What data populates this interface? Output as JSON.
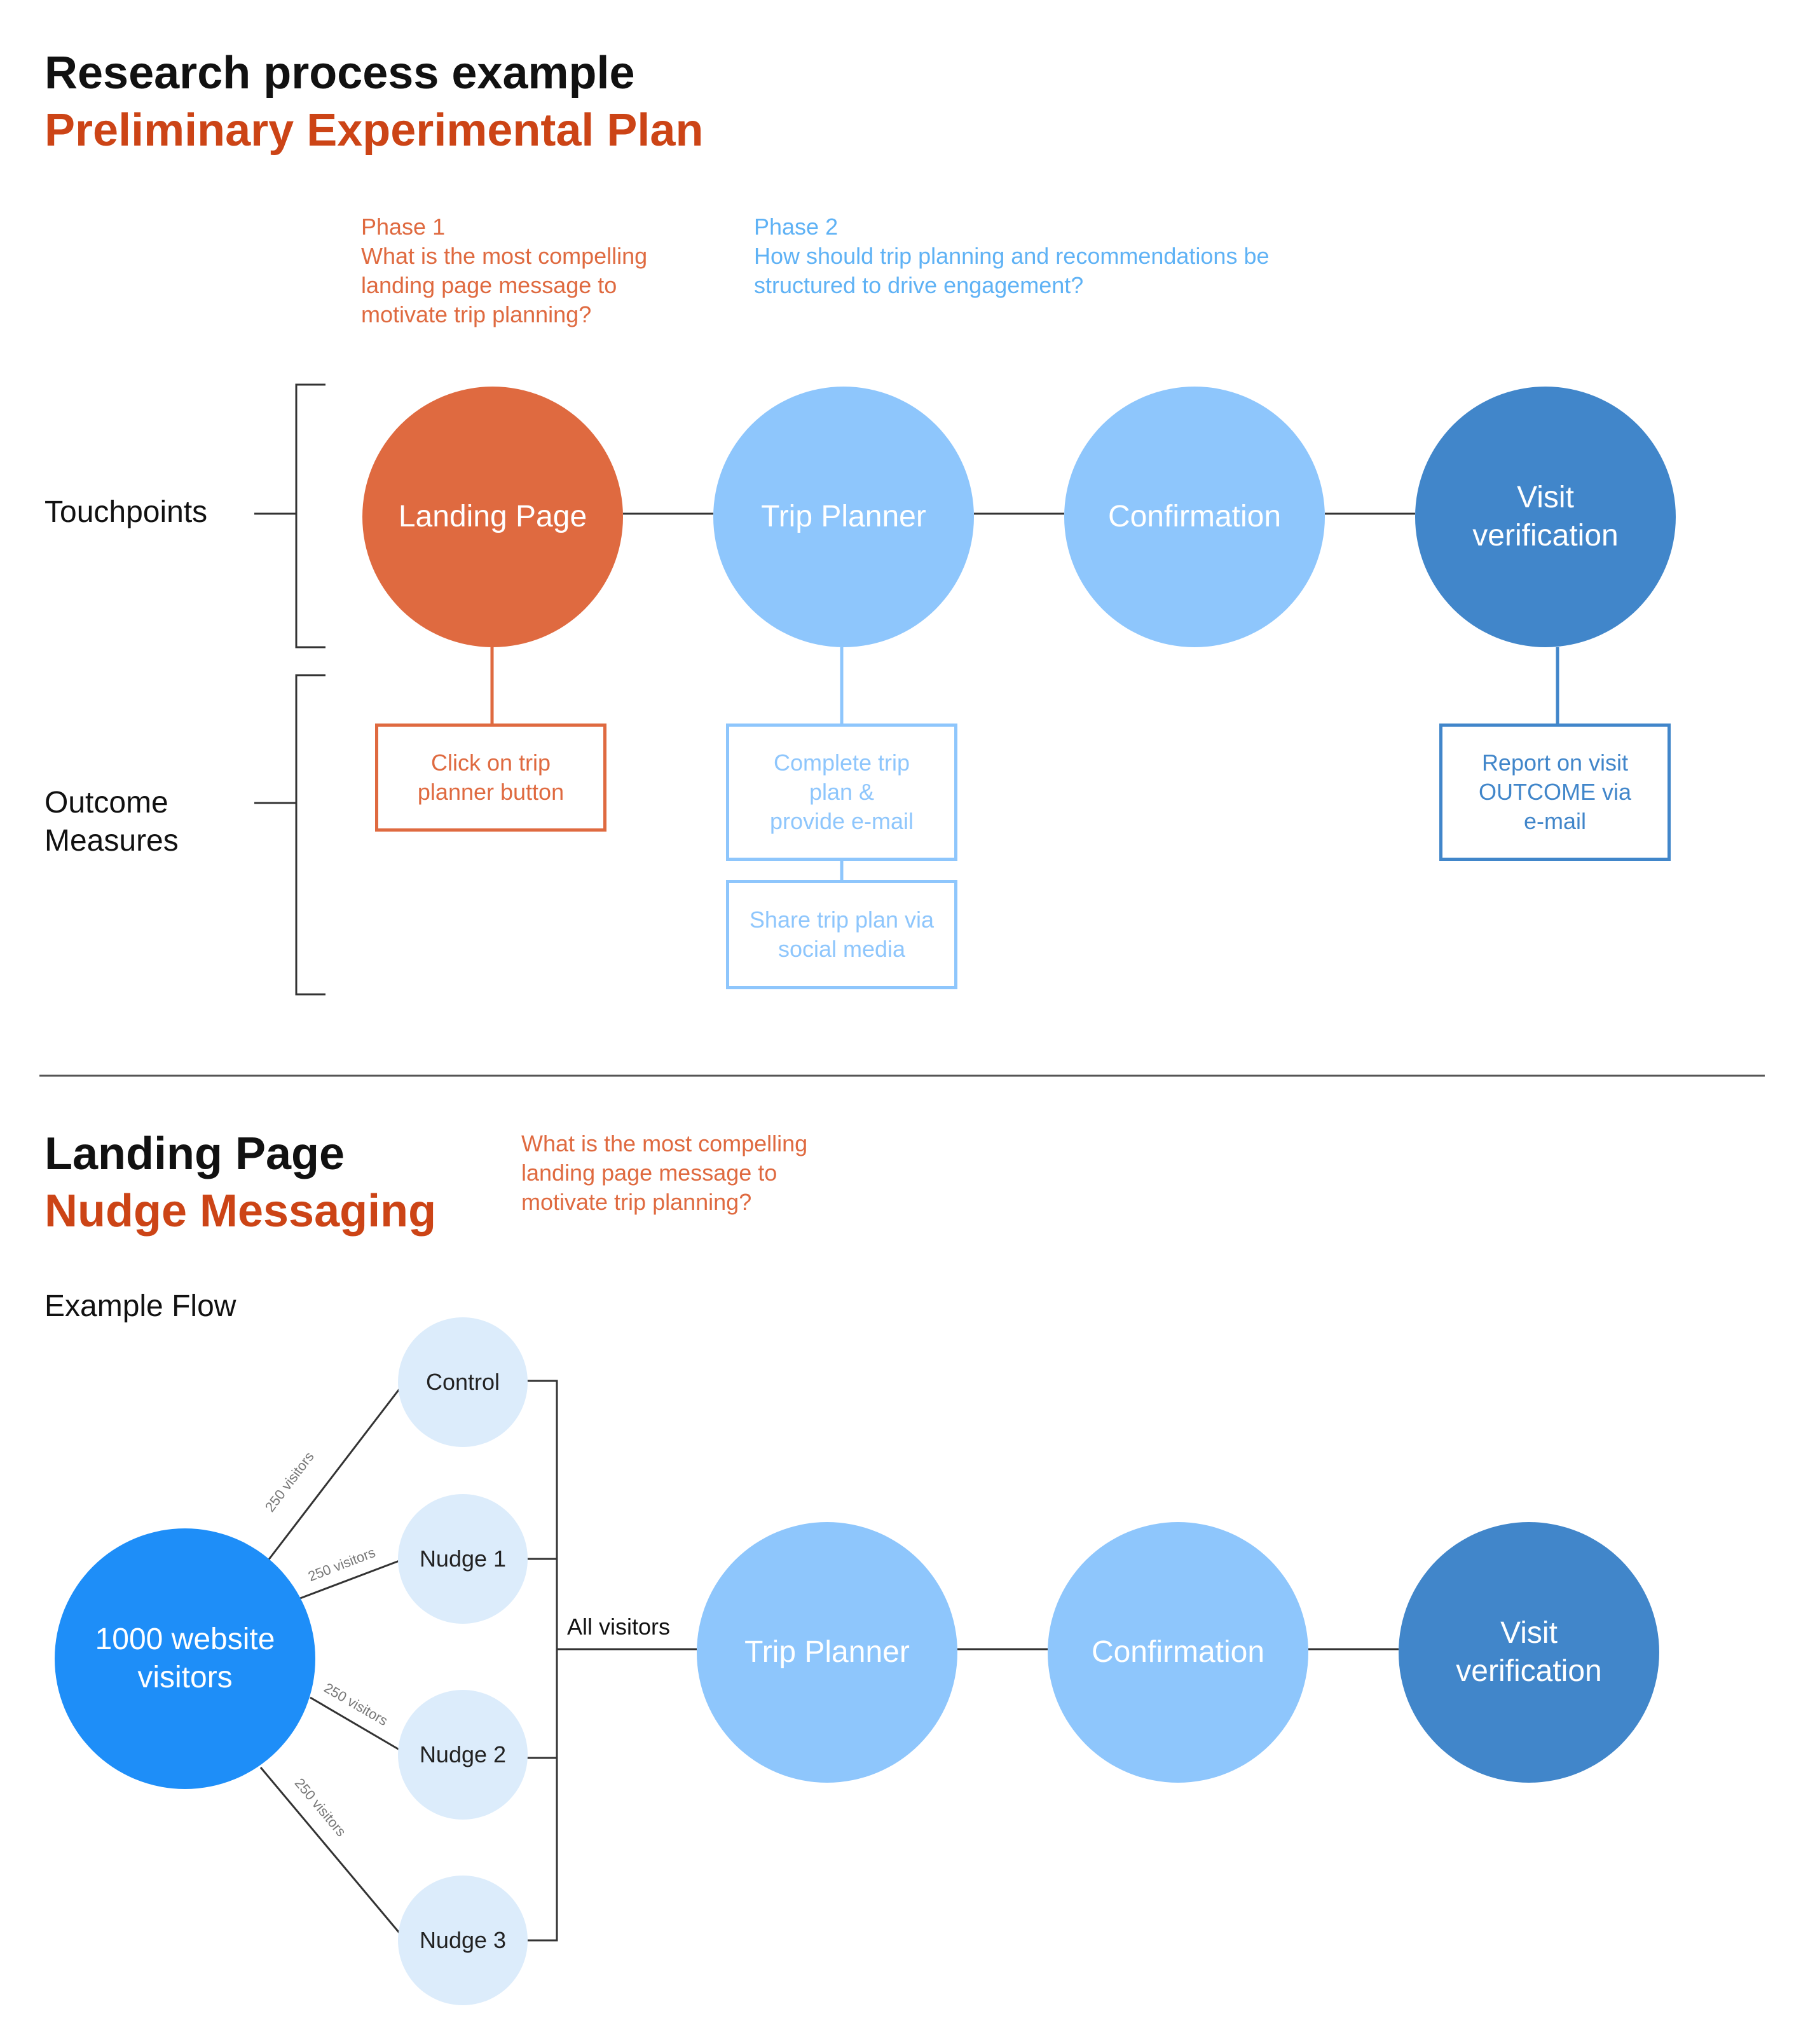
{
  "section1": {
    "title": "Research process example",
    "subtitle": "Preliminary Experimental Plan",
    "phase1": {
      "label": "Phase 1",
      "question": "What is the most compelling\nlanding page message to\nmotivate trip planning?"
    },
    "phase2": {
      "label": "Phase 2",
      "question": "How should trip planning and recommendations be\nstructured to drive engagement?"
    },
    "row_labels": {
      "touchpoints": "Touchpoints",
      "outcomes": "Outcome\nMeasures"
    },
    "touchpoints": [
      {
        "label": "Landing Page",
        "color": "#df6a40"
      },
      {
        "label": "Trip Planner",
        "color": "#8ec6fc"
      },
      {
        "label": "Confirmation",
        "color": "#8ec6fc"
      },
      {
        "label": "Visit\nverification",
        "color": "#4186ca"
      }
    ],
    "outcomes": {
      "landing": "Click on trip\nplanner button",
      "planner_1": "Complete trip\nplan &\nprovide e-mail",
      "planner_2": "Share trip plan via\nsocial media",
      "visit": "Report on visit\nOUTCOME via\ne-mail"
    }
  },
  "section2": {
    "title": "Landing Page",
    "subtitle": "Nudge Messaging",
    "question": "What is the most compelling\nlanding page message to\nmotivate trip planning?",
    "flow_label": "Example Flow",
    "source": "1000 website\nvisitors",
    "groups": [
      "Control",
      "Nudge 1",
      "Nudge 2",
      "Nudge 3"
    ],
    "edge_labels": [
      "250 visitors",
      "250 visitors",
      "250 visitors",
      "250 visitors"
    ],
    "merge_label": "All visitors",
    "steps": [
      "Trip Planner",
      "Confirmation",
      "Visit\nverification"
    ]
  },
  "colors": {
    "heading_accent": "#cc4416",
    "orange": "#df6a40",
    "light_blue": "#8ec6fc",
    "dark_blue": "#4186ca",
    "bright_blue": "#1e8ef8",
    "pale_blue": "#dcecfb"
  }
}
